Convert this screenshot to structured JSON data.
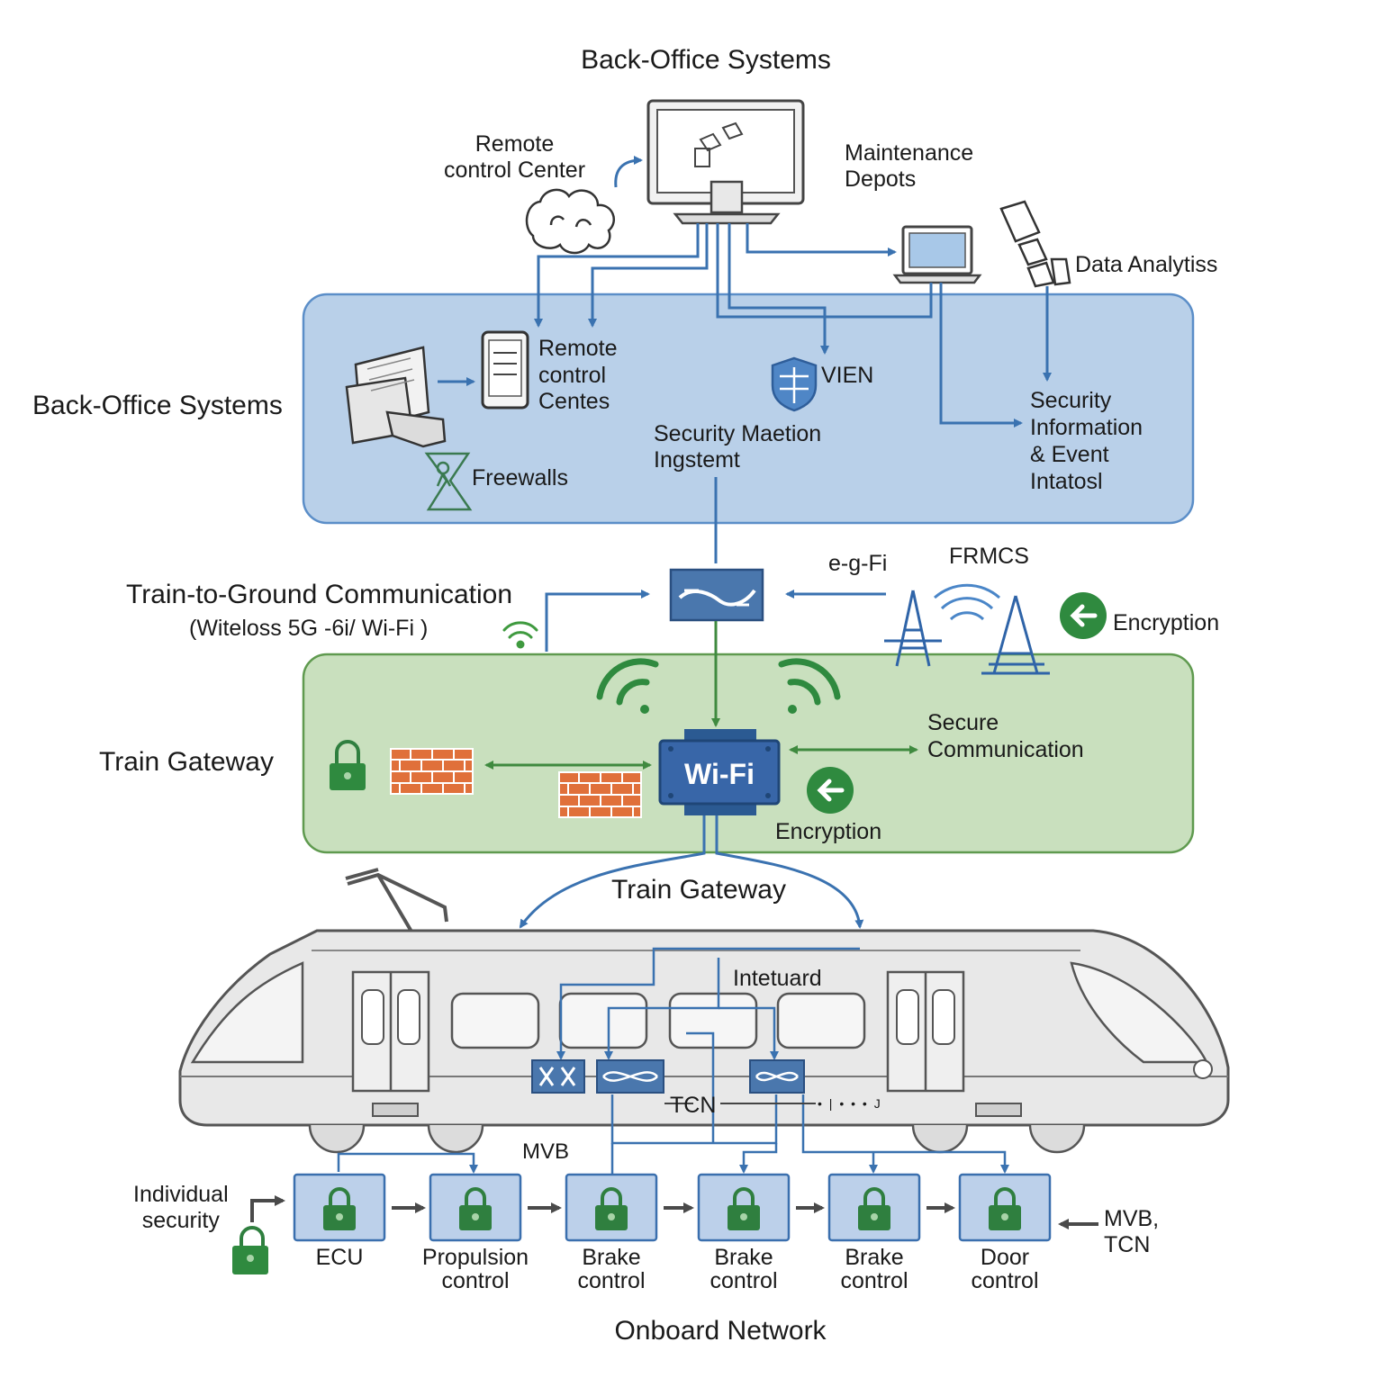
{
  "colors": {
    "accent_blue": "#3a72b0",
    "backoffice_fill": "#b9d0e9",
    "backoffice_border": "#5b8ec8",
    "gateway_fill": "#c9e0be",
    "gateway_border": "#5f9a4f",
    "lock_green": "#2f7f3f",
    "brick_orange": "#e0703a",
    "node_fill": "#bcd0ea",
    "train_gray": "#e6e6e6"
  },
  "top": {
    "title": "Back-Office Systems",
    "remote_center": "Remote\ncontrol Center",
    "maintenance": "Maintenance\nDepots",
    "data_analytics": "Data Analytiss"
  },
  "backoffice": {
    "section_label": "Back-Office Systems",
    "remote_control": "Remote\ncontrol\nCentes",
    "firewalls": "Freewalls",
    "vpn": "VIEN",
    "security_mgmt": "Security Maetion\nIngstemt",
    "siem": "Security\nInformation\n& Event\nIntatosl"
  },
  "communication": {
    "label": "Train-to-Ground Communication",
    "sublabel": "(Witeloss 5G -6i/ Wi-Fi )",
    "egfi": "e-g-Fi",
    "frmcs": "FRMCS",
    "encryption": "Encryption"
  },
  "gateway": {
    "section_label": "Train Gateway",
    "wifi": "Wi-Fi",
    "secure_comm": "Secure\nCommunication",
    "encryption": "Encryption",
    "bottom_label": "Train Gateway"
  },
  "train": {
    "inteward": "Intetuard",
    "tcn": "TCN",
    "tcn_tail": "• | • • • J",
    "mvb": "MVB"
  },
  "onboard": {
    "individual_security": "Individual\nsecurity",
    "nodes": [
      {
        "label": "ECU"
      },
      {
        "label": "Propulsion\ncontrol"
      },
      {
        "label": "Brake\ncontrol"
      },
      {
        "label": "Brake\ncontrol"
      },
      {
        "label": "Brake\ncontrol"
      },
      {
        "label": "Door\ncontrol"
      }
    ],
    "mvb_tcn": "MVB,\nTCN",
    "title": "Onboard Network"
  }
}
